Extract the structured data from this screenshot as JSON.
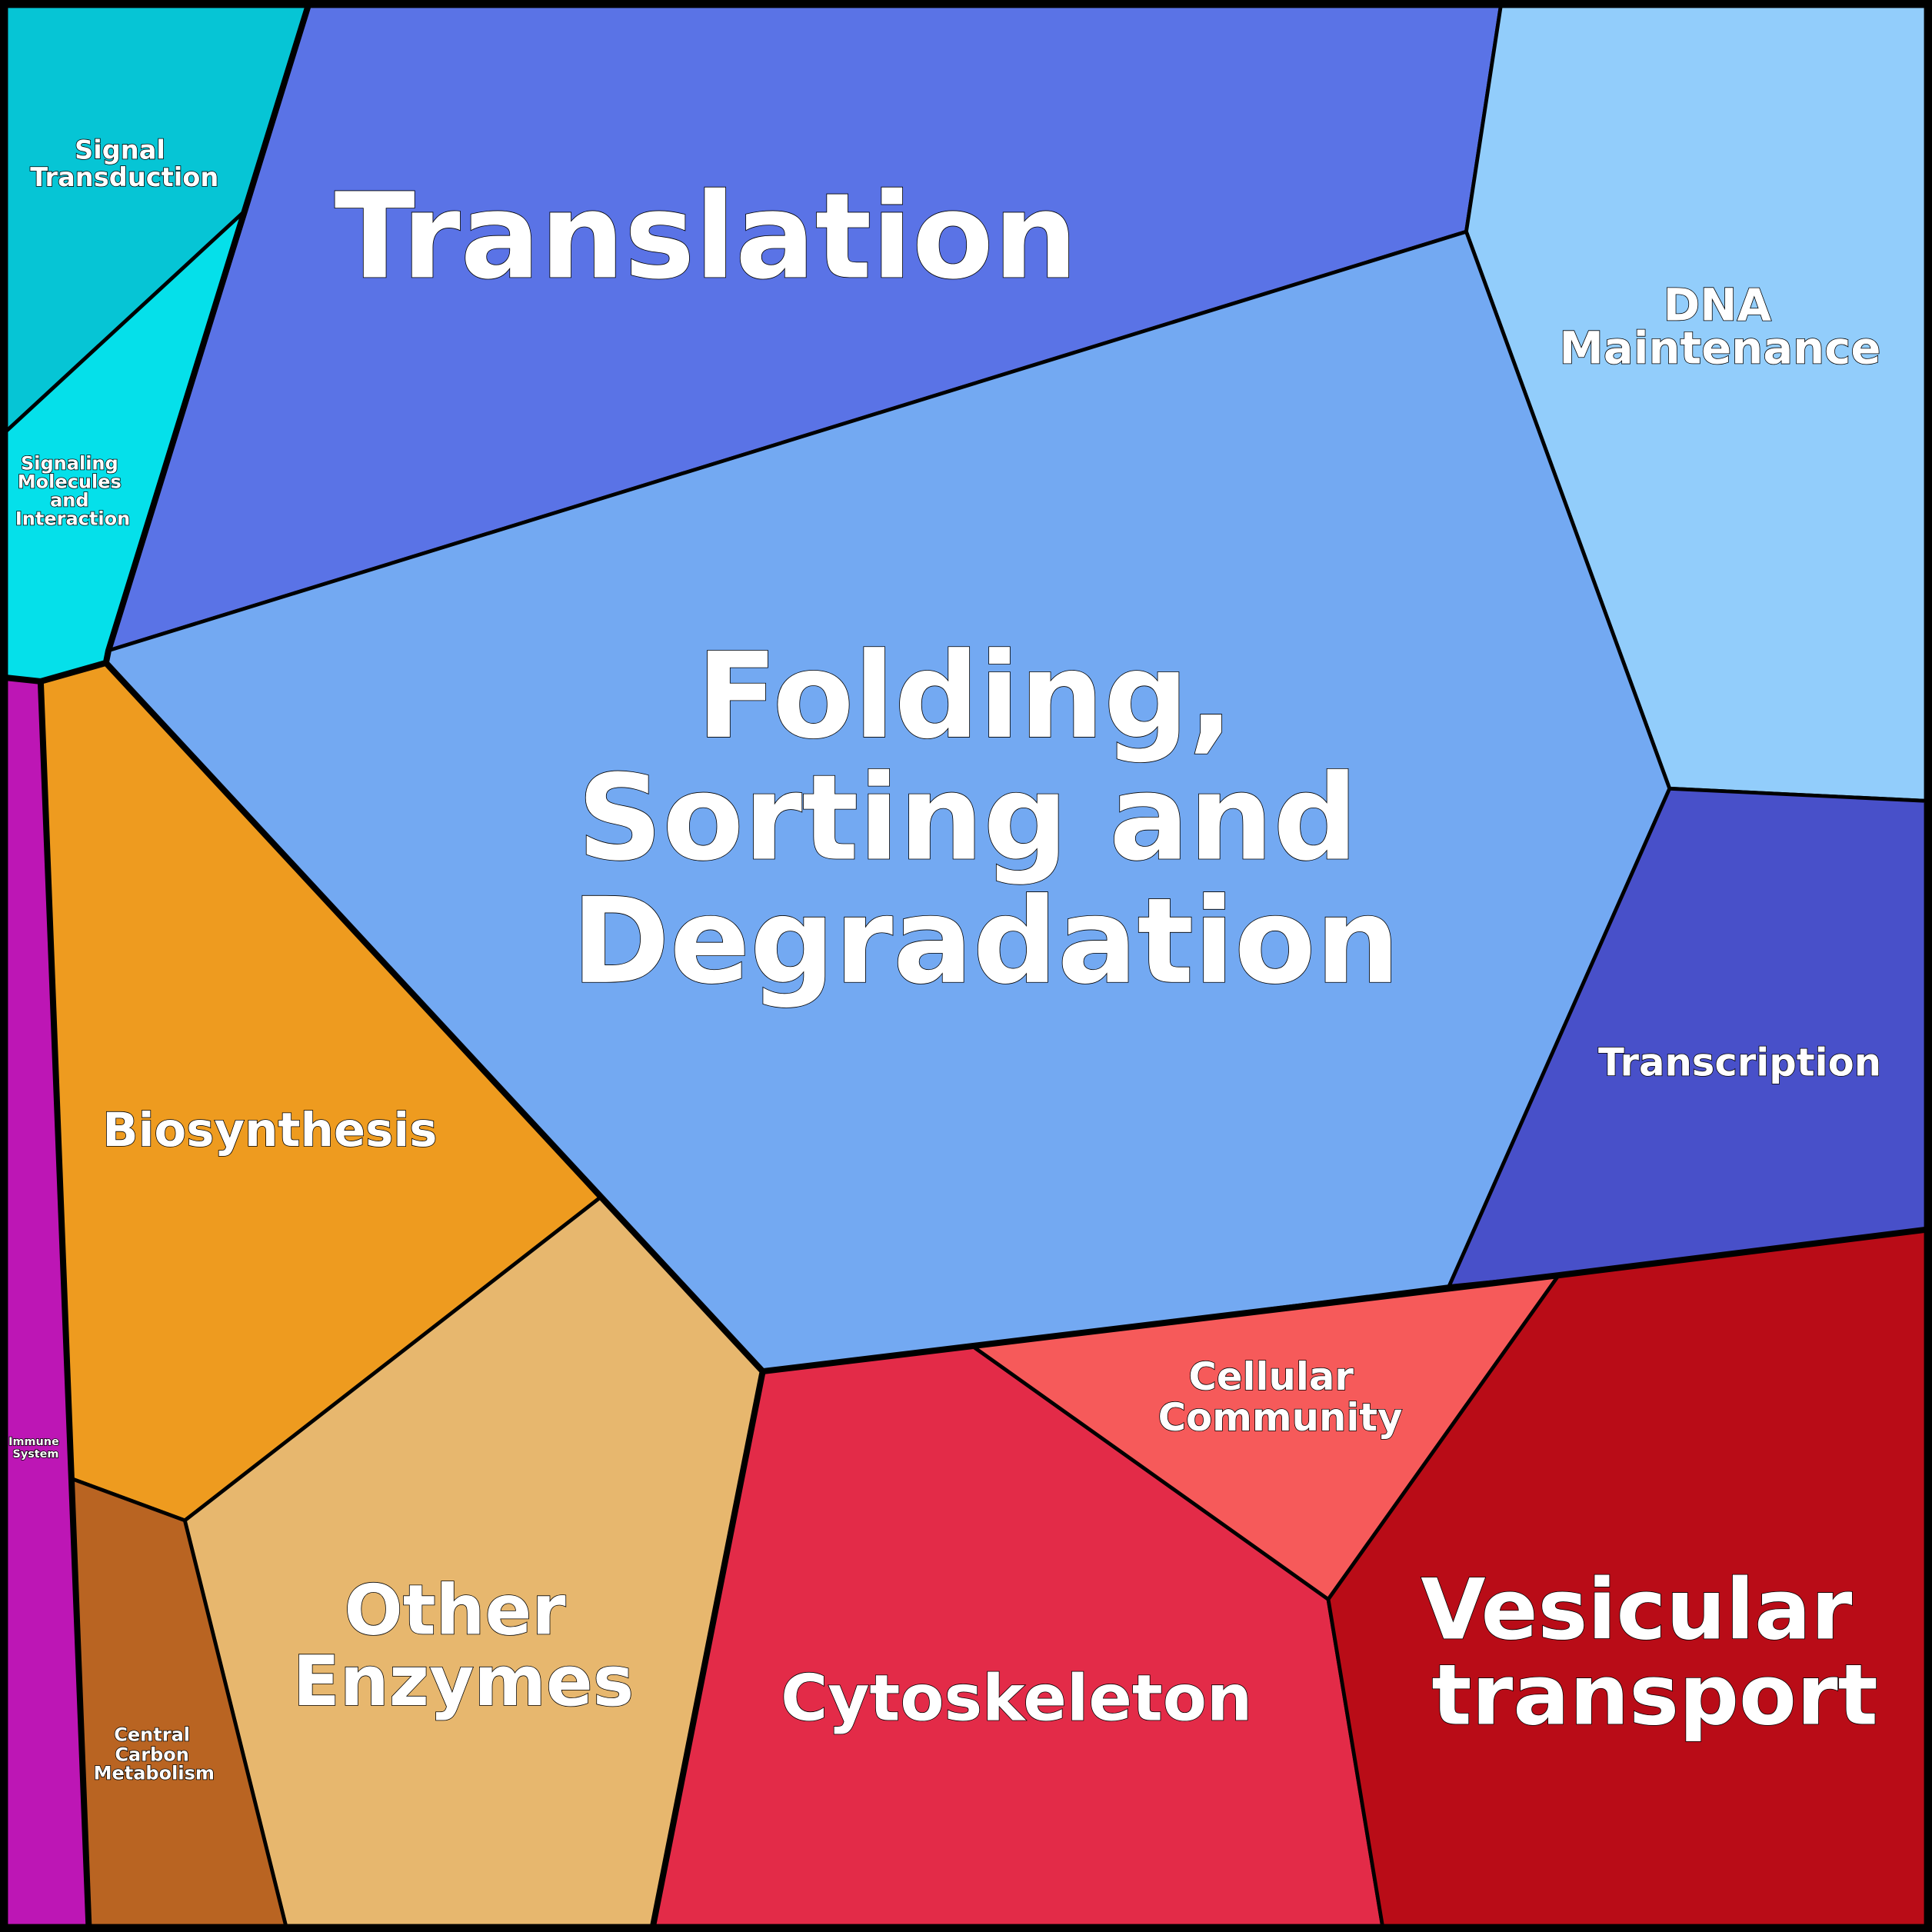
{
  "title": "Voronoi treemap of functional categories",
  "cells": {
    "signal_transduction": {
      "lines": [
        "Signal",
        "Transduction"
      ],
      "color": "#06c5d5"
    },
    "signaling_molecules": {
      "lines": [
        "Signaling",
        "Molecules",
        "and",
        "Interaction"
      ],
      "color": "#05e0ea"
    },
    "translation": {
      "lines": [
        "Translation"
      ],
      "color": "#5a73e6"
    },
    "dna_maintenance": {
      "lines": [
        "DNA",
        "Maintenance"
      ],
      "color": "#92cdfb"
    },
    "folding": {
      "lines": [
        "Folding,",
        "Sorting and",
        "Degradation"
      ],
      "color": "#73a9f2"
    },
    "transcription": {
      "lines": [
        "Transcription"
      ],
      "color": "#4850c9"
    },
    "immune_system": {
      "lines": [
        "Immune",
        "System"
      ],
      "color": "#bd16b5"
    },
    "biosynthesis": {
      "lines": [
        "Biosynthesis"
      ],
      "color": "#ee9b1f"
    },
    "other_enzymes": {
      "lines": [
        "Other",
        "Enzymes"
      ],
      "color": "#e7b76e"
    },
    "central_carbon": {
      "lines": [
        "Central",
        "Carbon",
        "Metabolism"
      ],
      "color": "#b96422"
    },
    "cytoskeleton": {
      "lines": [
        "Cytoskeleton"
      ],
      "color": "#e32b48"
    },
    "cellular_community": {
      "lines": [
        "Cellular",
        "Community"
      ],
      "color": "#f65a5a"
    },
    "vesicular_transport": {
      "lines": [
        "Vesicular",
        "transport"
      ],
      "color": "#b90c17"
    }
  }
}
